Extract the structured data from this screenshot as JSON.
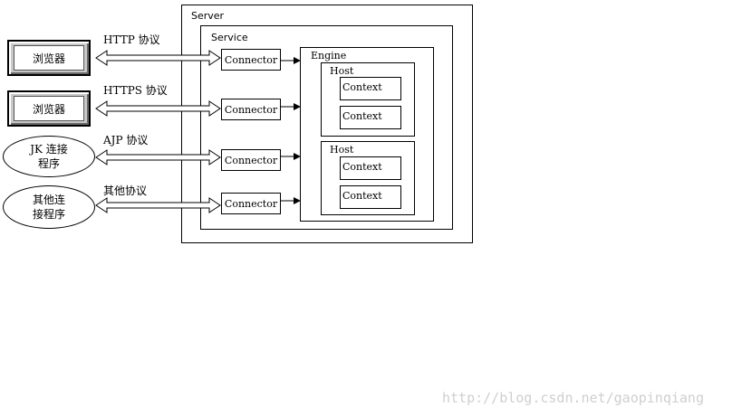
{
  "server": {
    "label": "Server"
  },
  "service": {
    "label": "Service"
  },
  "engine": {
    "label": "Engine"
  },
  "hosts": [
    {
      "label": "Host",
      "contexts": [
        "Context",
        "Context"
      ]
    },
    {
      "label": "Host",
      "contexts": [
        "Context",
        "Context"
      ]
    }
  ],
  "connectors": [
    "Connector",
    "Connector",
    "Connector",
    "Connector"
  ],
  "clients": [
    {
      "label": "浏览器",
      "line2": "",
      "protocol": "HTTP 协议"
    },
    {
      "label": "浏览器",
      "line2": "",
      "protocol": "HTTPS 协议"
    },
    {
      "label": "JK 连接",
      "line2": "程序",
      "protocol": "AJP 协议"
    },
    {
      "label": "其他连",
      "line2": "接程序",
      "protocol": "其他协议"
    }
  ],
  "watermark": "http://blog.csdn.net/gaopinqiang"
}
